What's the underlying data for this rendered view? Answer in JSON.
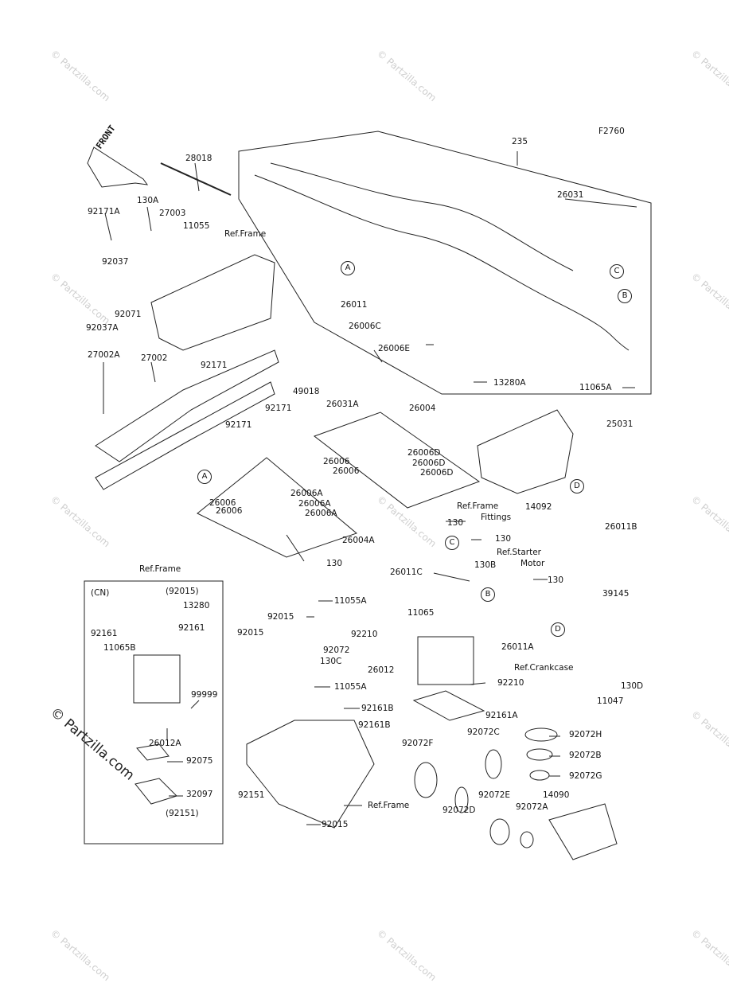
{
  "figure_code": "F2760",
  "front_label": "FRONT",
  "watermark": "© Partzilla.com",
  "labels": {
    "l235": "235",
    "l28018": "28018",
    "l26031": "26031",
    "l92171A": "92171A",
    "l130A": "130A",
    "l27003": "27003",
    "l11055": "11055",
    "lRefFrame1": "Ref.Frame",
    "l92037": "92037",
    "l92071": "92071",
    "l92037A": "92037A",
    "l26011": "26011",
    "l26006C": "26006C",
    "l26006E": "26006E",
    "l13280A": "13280A",
    "l11065A": "11065A",
    "l27002A": "27002A",
    "l27002": "27002",
    "l92171a": "92171",
    "l92171b": "92171",
    "l92171c": "92171",
    "l49018": "49018",
    "l26031A": "26031A",
    "l26004": "26004",
    "l25031": "25031",
    "l26006D1": "26006D",
    "l26006a": "26006",
    "l26006D2": "26006D",
    "l26006b": "26006",
    "l26006D3": "26006D",
    "l26006c": "26006",
    "l26006A1": "26006A",
    "l26006d": "26006",
    "l26006A2": "26006A",
    "l26006e": "26006",
    "l26006A3": "26006A",
    "l130a": "130",
    "lRefFrameFittings1": "Ref.Frame",
    "lRefFrameFittings2": "Fittings",
    "l14092": "14092",
    "l26011B": "26011B",
    "l26004A": "26004A",
    "l130b": "130",
    "lRefStarter1": "Ref.Starter",
    "lRefStarter2": "Motor",
    "l130c": "130",
    "lRefFrame2": "Ref.Frame",
    "l26011C": "26011C",
    "l130B": "130B",
    "l130d": "130",
    "l39145": "39145",
    "lCN": "(CN)",
    "l92015p": "(92015)",
    "l13280": "13280",
    "l92161a": "92161",
    "l92161b": "92161",
    "l11065B": "11065B",
    "l99999": "99999",
    "l26012A": "26012A",
    "l92075": "92075",
    "l32097": "32097",
    "l92151p": "(92151)",
    "l11055A": "11055A",
    "l92015a": "92015",
    "l92015b": "92015",
    "l92072": "92072",
    "l130C": "130C",
    "l11055A2": "11055A",
    "l11065": "11065",
    "l92210a": "92210",
    "l26012": "26012",
    "l92210b": "92210",
    "l26011A": "26011A",
    "lRefCrankcase": "Ref.Crankcase",
    "l130D": "130D",
    "l11047": "11047",
    "l92161A": "92161A",
    "l92161B1": "92161B",
    "l92161B2": "92161B",
    "l92072F": "92072F",
    "l92072C": "92072C",
    "l92072H": "92072H",
    "l92072B": "92072B",
    "l92072G": "92072G",
    "l92151": "92151",
    "lRefFrame3": "Ref.Frame",
    "l92072D": "92072D",
    "l92072E": "92072E",
    "l92072A": "92072A",
    "l14090": "14090",
    "l92015c": "92015"
  },
  "callouts": {
    "A1": "A",
    "A2": "A",
    "B1": "B",
    "B2": "B",
    "C1": "C",
    "C2": "C",
    "D1": "D",
    "D2": "D"
  }
}
